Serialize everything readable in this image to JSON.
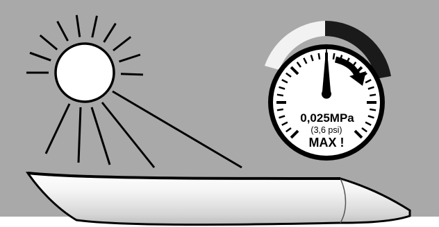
{
  "gauge": {
    "pressure_mpa": "0,025MPa",
    "pressure_psi": "(3,6 psi)",
    "warning": "MAX !"
  },
  "colors": {
    "background": "#a9a9a9",
    "outline": "#000000",
    "sun_fill": "#ffffff",
    "gauge_face": "#ffffff",
    "gauge_zone_red": "#1a1a1a",
    "gauge_zone_light": "#f2f2f2",
    "board_fill": "#efefef"
  },
  "icons": [
    "sun-icon",
    "pressure-gauge-icon",
    "rotation-arrow-icon",
    "paddle-board-icon"
  ]
}
